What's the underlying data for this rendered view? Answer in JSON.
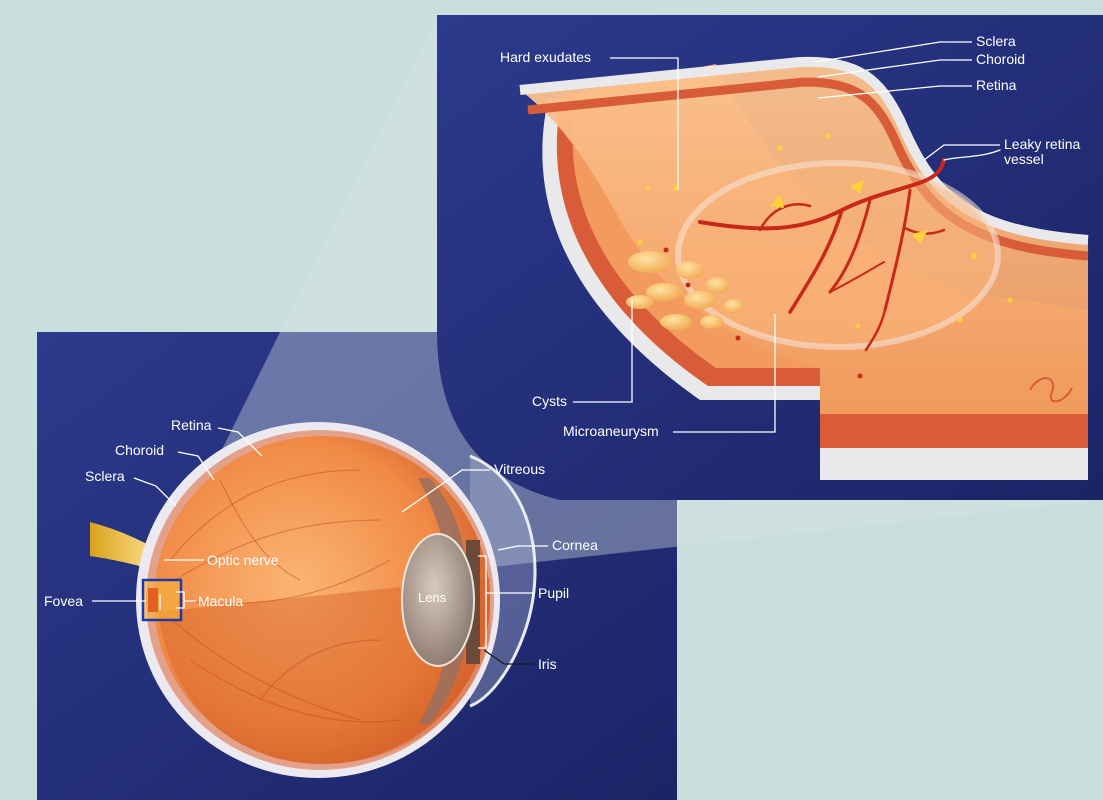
{
  "diagram": {
    "inset_labels": {
      "sclera": "Sclera",
      "choroid": "Choroid",
      "retina": "Retina",
      "hard_exudates": "Hard exudates",
      "leaky_vessel_line1": "Leaky retina",
      "leaky_vessel_line2": "vessel",
      "cysts": "Cysts",
      "microaneurysm": "Microaneurysm"
    },
    "eye_labels": {
      "retina": "Retina",
      "choroid": "Choroid",
      "sclera": "Sclera",
      "vitreous": "Vitreous",
      "cornea": "Cornea",
      "optic_nerve": "Optic nerve",
      "fovea": "Fovea",
      "macula": "Macula",
      "lens": "Lens",
      "pupil": "Pupil",
      "iris": "Iris"
    }
  },
  "colors": {
    "background_mint": "#c8dfdb",
    "panel_navy": "#27307a",
    "retina_orange": "#f29a5b",
    "choroid_red": "#d95a35",
    "sclera_white": "#eeeeee",
    "vessel_red": "#c8281a",
    "exudate_yellow": "#ffd23a",
    "macula_box_blue": "#1e3aa8"
  }
}
